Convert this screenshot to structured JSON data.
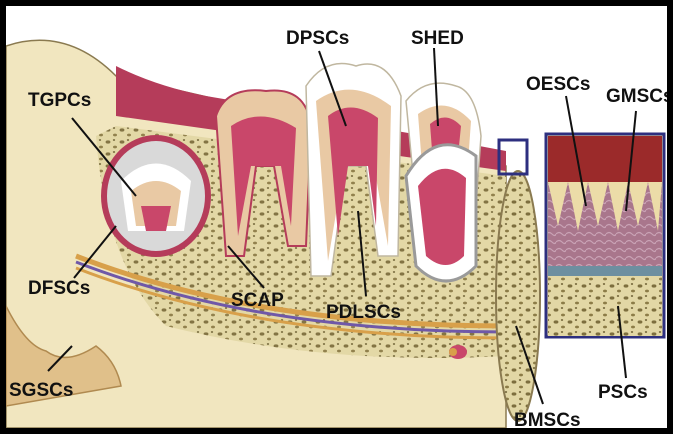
{
  "labels": {
    "tgpcs": "TGPCs",
    "dpscs": "DPSCs",
    "shed": "SHED",
    "oescs": "OESCs",
    "gmscs": "GMSCs",
    "dfscs": "DFSCs",
    "scap": "SCAP",
    "pdlscs": "PDLSCs",
    "sgscs": "SGSCs",
    "bmscs": "BMSCs",
    "pscs": "PSCs"
  },
  "colors": {
    "bone": "#f1e6bf",
    "pulp": "#c9476a",
    "dentin": "#e9c9a4",
    "enamel": "#ffffff",
    "gum": "#b53c5a",
    "frame": "#2d2f7f"
  }
}
